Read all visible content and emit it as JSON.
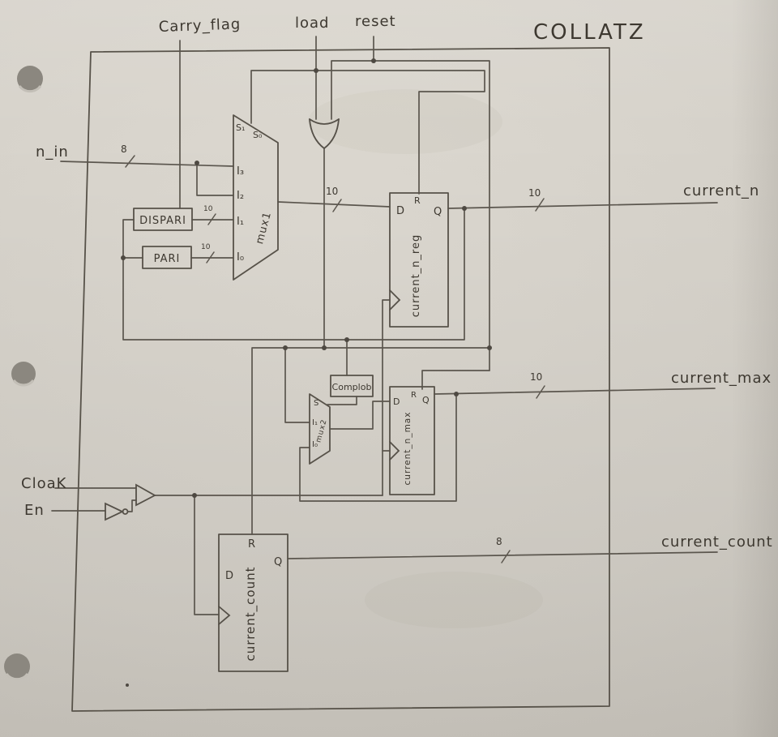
{
  "title": "COLLATZ",
  "signals": {
    "carry_flag": "Carry_flag",
    "load": "load",
    "reset": "reset",
    "n_in": "n_in",
    "current_n": "current_n",
    "current_max": "current_max",
    "current_count": "current_count",
    "clock": "CloaK",
    "en": "En"
  },
  "mux1": {
    "label": "mux1",
    "s1": "S₁",
    "s0": "S₀",
    "i3": "I₃",
    "i2": "I₂",
    "i1": "I₁",
    "i0": "I₀"
  },
  "mux2": {
    "label": "mux2",
    "s": "S",
    "i1": "I₁",
    "i0": "I₀"
  },
  "blocks": {
    "dispari": "DISPARI",
    "pari": "PARI",
    "complob": "Complob",
    "reg_n": {
      "name": "current_n_reg",
      "d": "D",
      "r": "R",
      "q": "Q"
    },
    "reg_max": {
      "name": "current_n_max",
      "d": "D",
      "r": "R",
      "q": "Q"
    },
    "reg_count": {
      "name": "current_count",
      "d": "D",
      "r": "R",
      "q": "Q"
    }
  },
  "bus_widths": {
    "n_in": "8",
    "dispari_out": "10",
    "pari_out": "10",
    "mux1_out": "10",
    "current_n": "10",
    "current_max": "10",
    "current_count": "8"
  },
  "colors": {
    "ink": "#4e4942",
    "paper": "#d5d1c9"
  }
}
